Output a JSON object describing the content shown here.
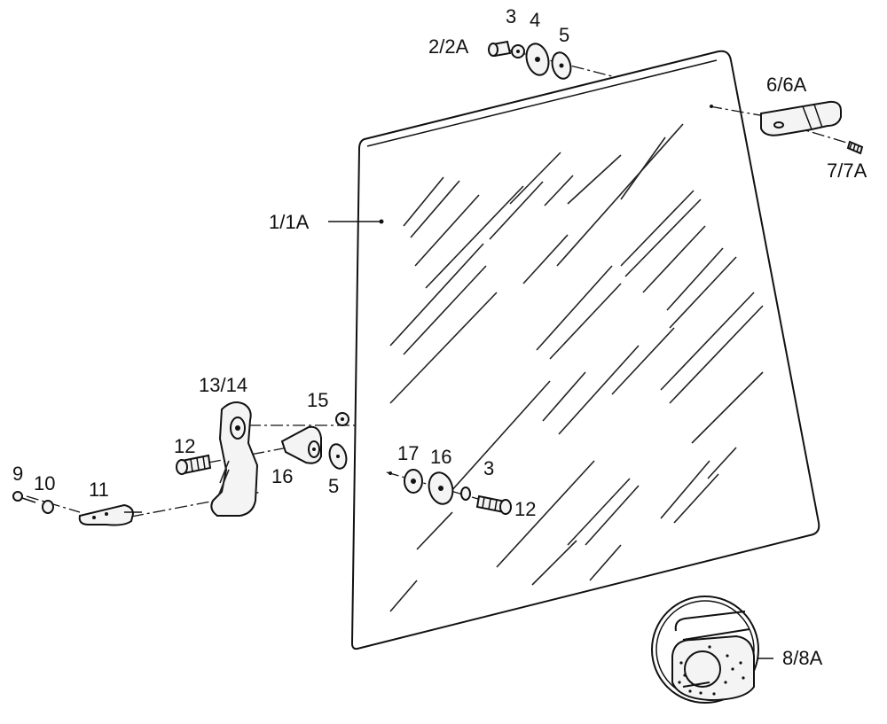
{
  "labels": {
    "p1": "1/1A",
    "p2": "2/2A",
    "p3_top": "3",
    "p4": "4",
    "p5_top": "5",
    "p6": "6/6A",
    "p7": "7/7A",
    "p8": "8/8A",
    "p9": "9",
    "p10": "10",
    "p11": "11",
    "p12_left": "12",
    "p13": "13/14",
    "p15": "15",
    "p16_left": "16",
    "p5_left": "5",
    "p17": "17",
    "p16_right": "16",
    "p3_right": "3",
    "p12_right": "12"
  }
}
